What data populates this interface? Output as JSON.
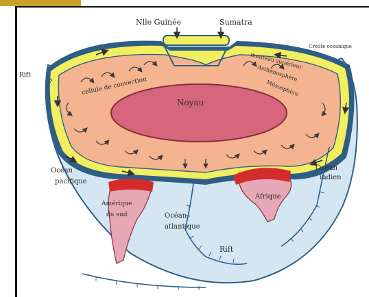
{
  "labels": {
    "nouvelle_guinee": "Nlle Guinée",
    "sumatra": "Sumatra",
    "croute_oceanique": "Croûte océanique",
    "manteau_superieur": "manteau supérieur",
    "asthenosphere": "Asthénosphère",
    "mesosphere": "Mésosphère",
    "rift_left": "Rift",
    "cellule_convection": "cellule de convection",
    "noyau": "Noyau",
    "ocean_pacifique_1": "Océan",
    "ocean_pacifique_2": "pacifique",
    "ocean_indien_1": "Océan",
    "ocean_indien_2": "indien",
    "amerique_1": "Amérique",
    "amerique_2": "du sud",
    "afrique": "Afrique",
    "ocean_atlantique_1": "Océan",
    "ocean_atlantique_2": "atlantique",
    "rift_bottom": "Rift"
  },
  "colors": {
    "mantle": "#f4b48f",
    "core": "#d6667c",
    "lithosphere": "#f2ee5f",
    "ocean": "#d3e6f2",
    "outline": "#2e5e86",
    "continent": "#e6a8b6",
    "red_crust": "#d42c2c",
    "frame_gold": "#c9a227"
  }
}
